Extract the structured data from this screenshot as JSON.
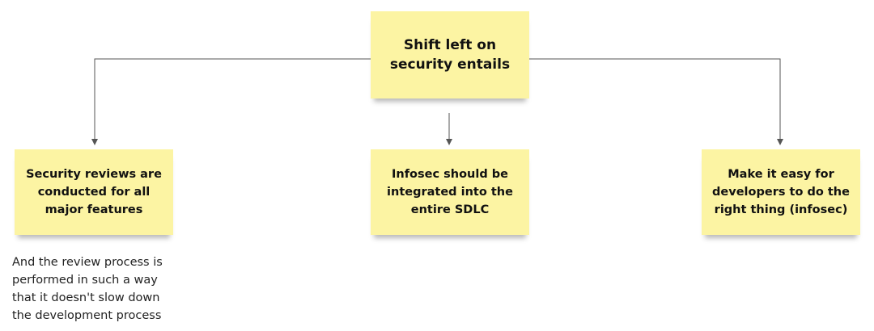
{
  "diagram": {
    "root": {
      "text": "Shift left on security entails"
    },
    "children": [
      {
        "text": "Security reviews are conducted for all major features"
      },
      {
        "text": "Infosec should be integrated into the entire SDLC"
      },
      {
        "text": "Make it easy for developers to do the right thing (infosec)"
      }
    ],
    "annotation": {
      "text": "And the review process is\nperformed in such a way\nthat it doesn't slow down\nthe development process"
    }
  },
  "colors": {
    "sticky_note": "#fcf4a3",
    "connector": "#555555",
    "text": "#111111"
  }
}
